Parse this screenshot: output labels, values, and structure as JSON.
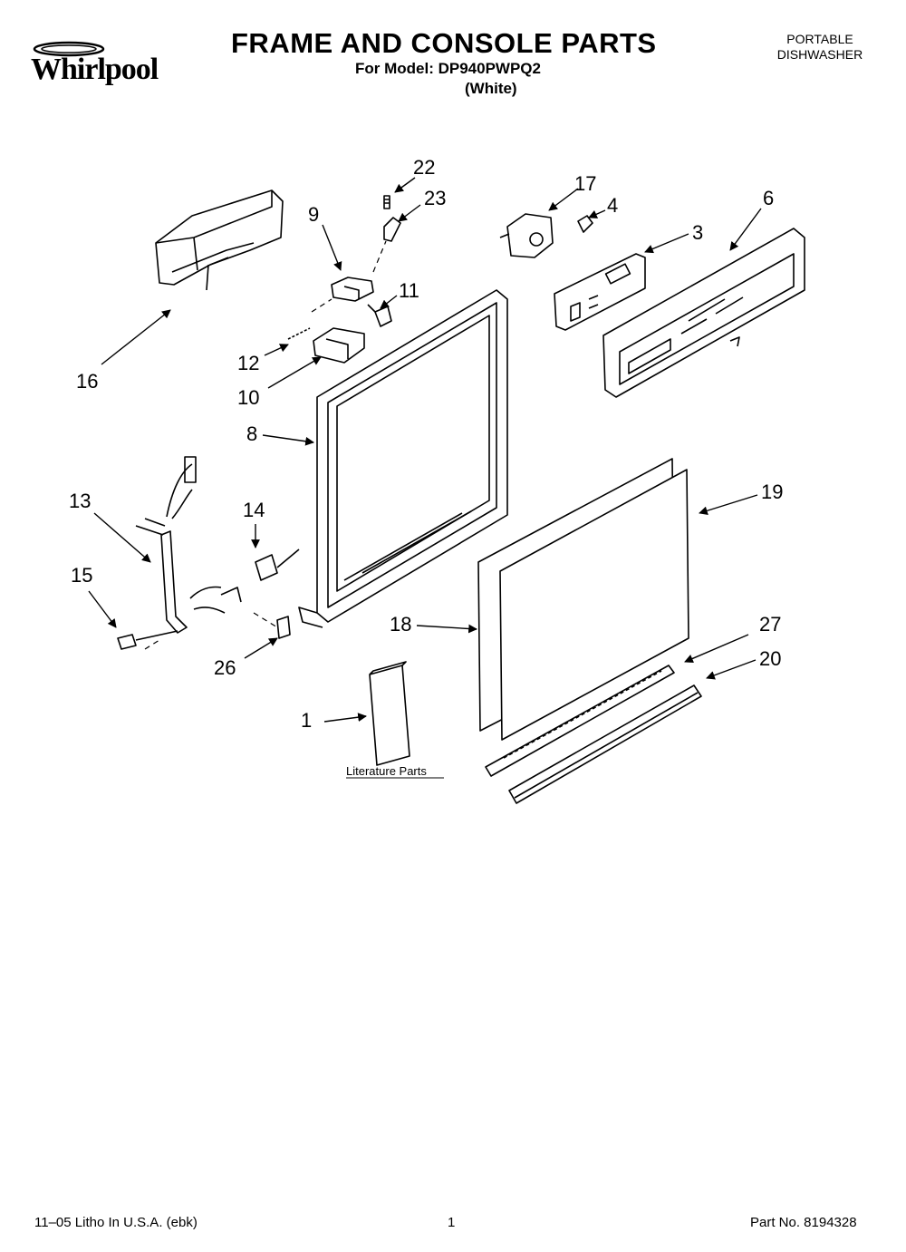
{
  "header": {
    "brand": "Whirlpool",
    "title": "FRAME AND CONSOLE PARTS",
    "model_line": "For Model: DP940PWPQ2",
    "color_line": "(White)",
    "product_line1": "PORTABLE",
    "product_line2": "DISHWASHER"
  },
  "callouts": {
    "c1": "1",
    "c3": "3",
    "c4": "4",
    "c6": "6",
    "c8": "8",
    "c9": "9",
    "c10": "10",
    "c11": "11",
    "c12": "12",
    "c13": "13",
    "c14": "14",
    "c15": "15",
    "c16": "16",
    "c17": "17",
    "c18": "18",
    "c19": "19",
    "c20": "20",
    "c22": "22",
    "c23": "23",
    "c26": "26",
    "c27": "27"
  },
  "literature_label": "Literature Parts",
  "footer": {
    "litho": "11–05 Litho In U.S.A. (ebk)",
    "page": "1",
    "part_no": "Part No. 8194328"
  }
}
